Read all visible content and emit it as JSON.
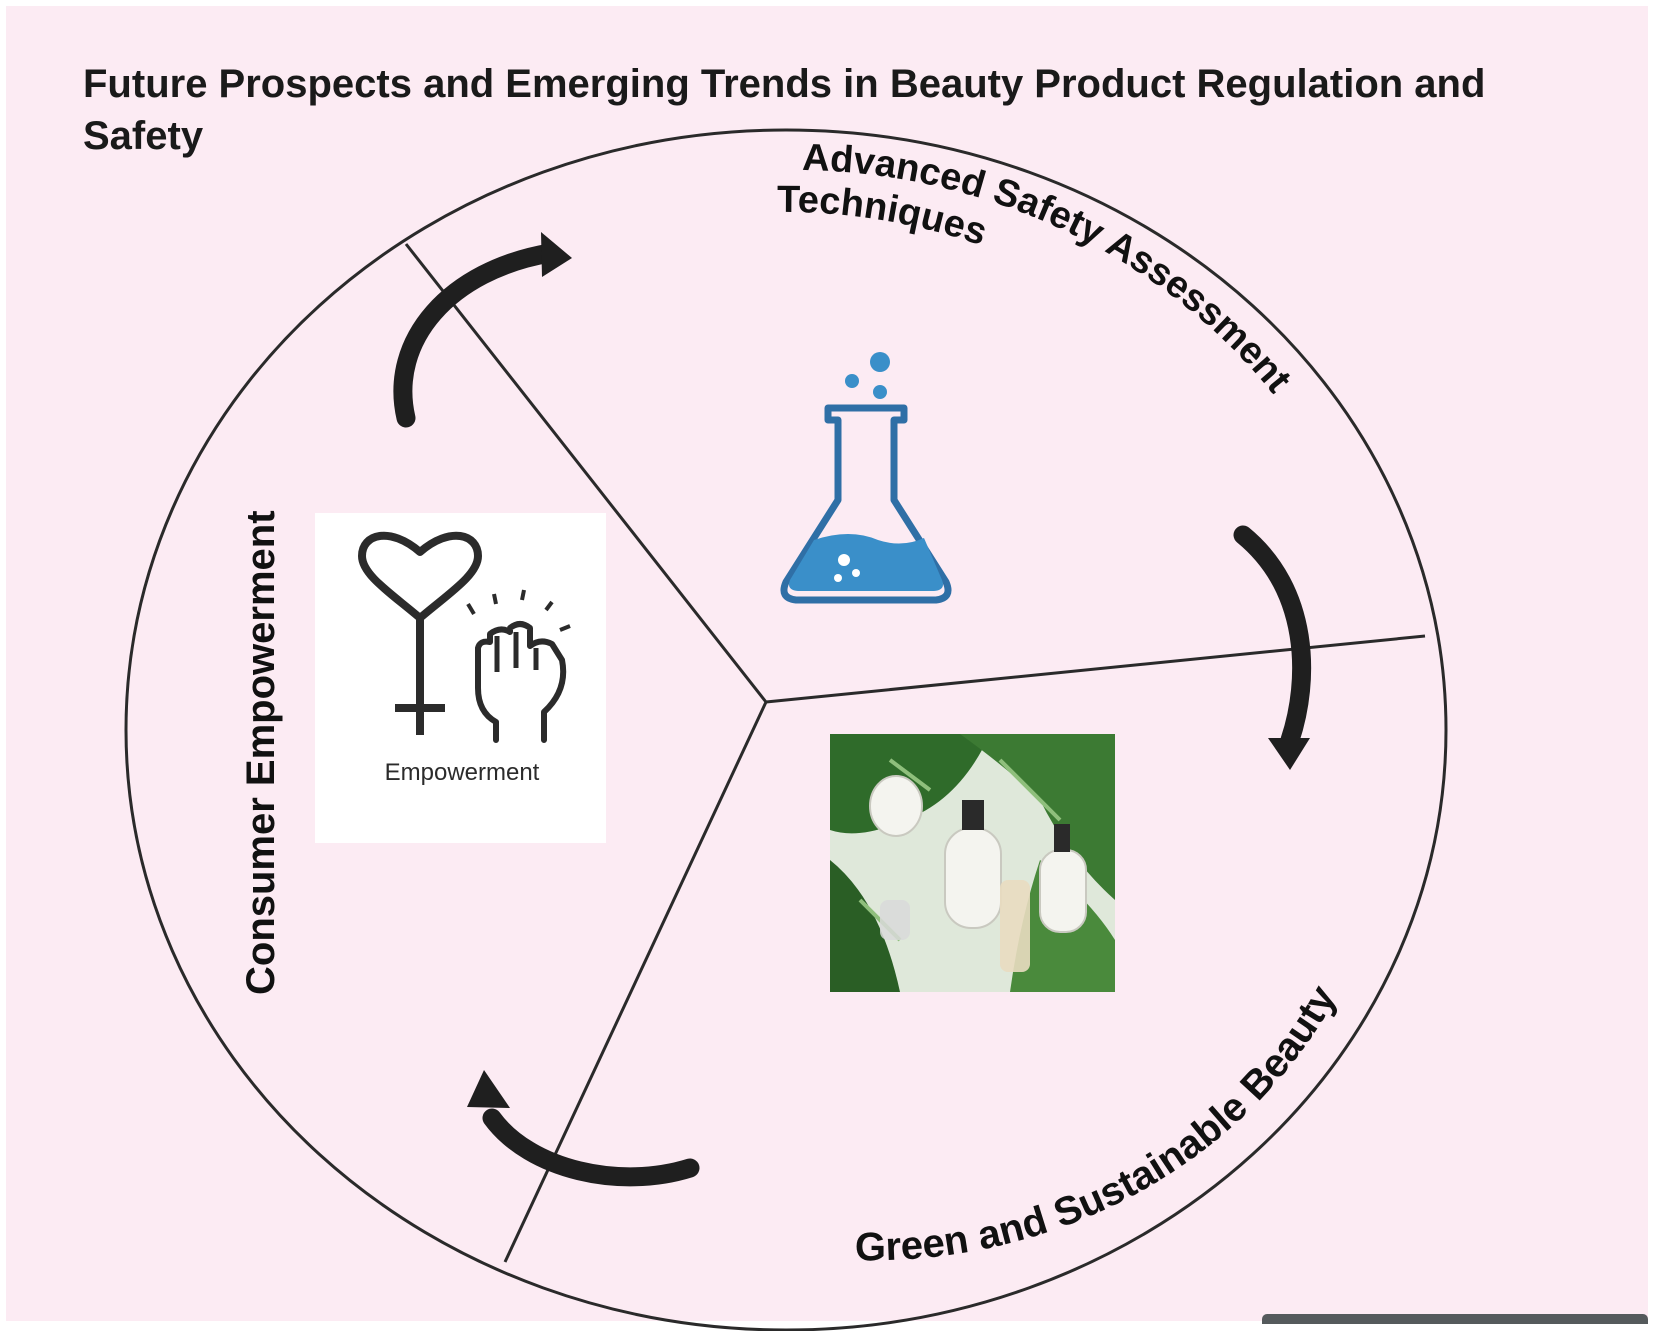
{
  "title": "Future Prospects and Emerging Trends in Beauty Product Regulation and Safety",
  "segments": [
    {
      "label_line1": "Advanced Safety Assessment",
      "label_line2": "Techniques",
      "icon": "flask-icon",
      "icon_color": "#3a8fc9"
    },
    {
      "label": "Green and Sustainable Beauty",
      "icon": "green-beauty-products-photo",
      "icon_color": "#2f6b2a"
    },
    {
      "label": "Consumer Empowerment",
      "icon": "empowerment-icon",
      "icon_caption": "Empowerment",
      "icon_color": "#2b2b2b"
    }
  ],
  "colors": {
    "background": "#fcebf3",
    "lines": "#2a2a2a",
    "arrows": "#1f1f1f"
  }
}
